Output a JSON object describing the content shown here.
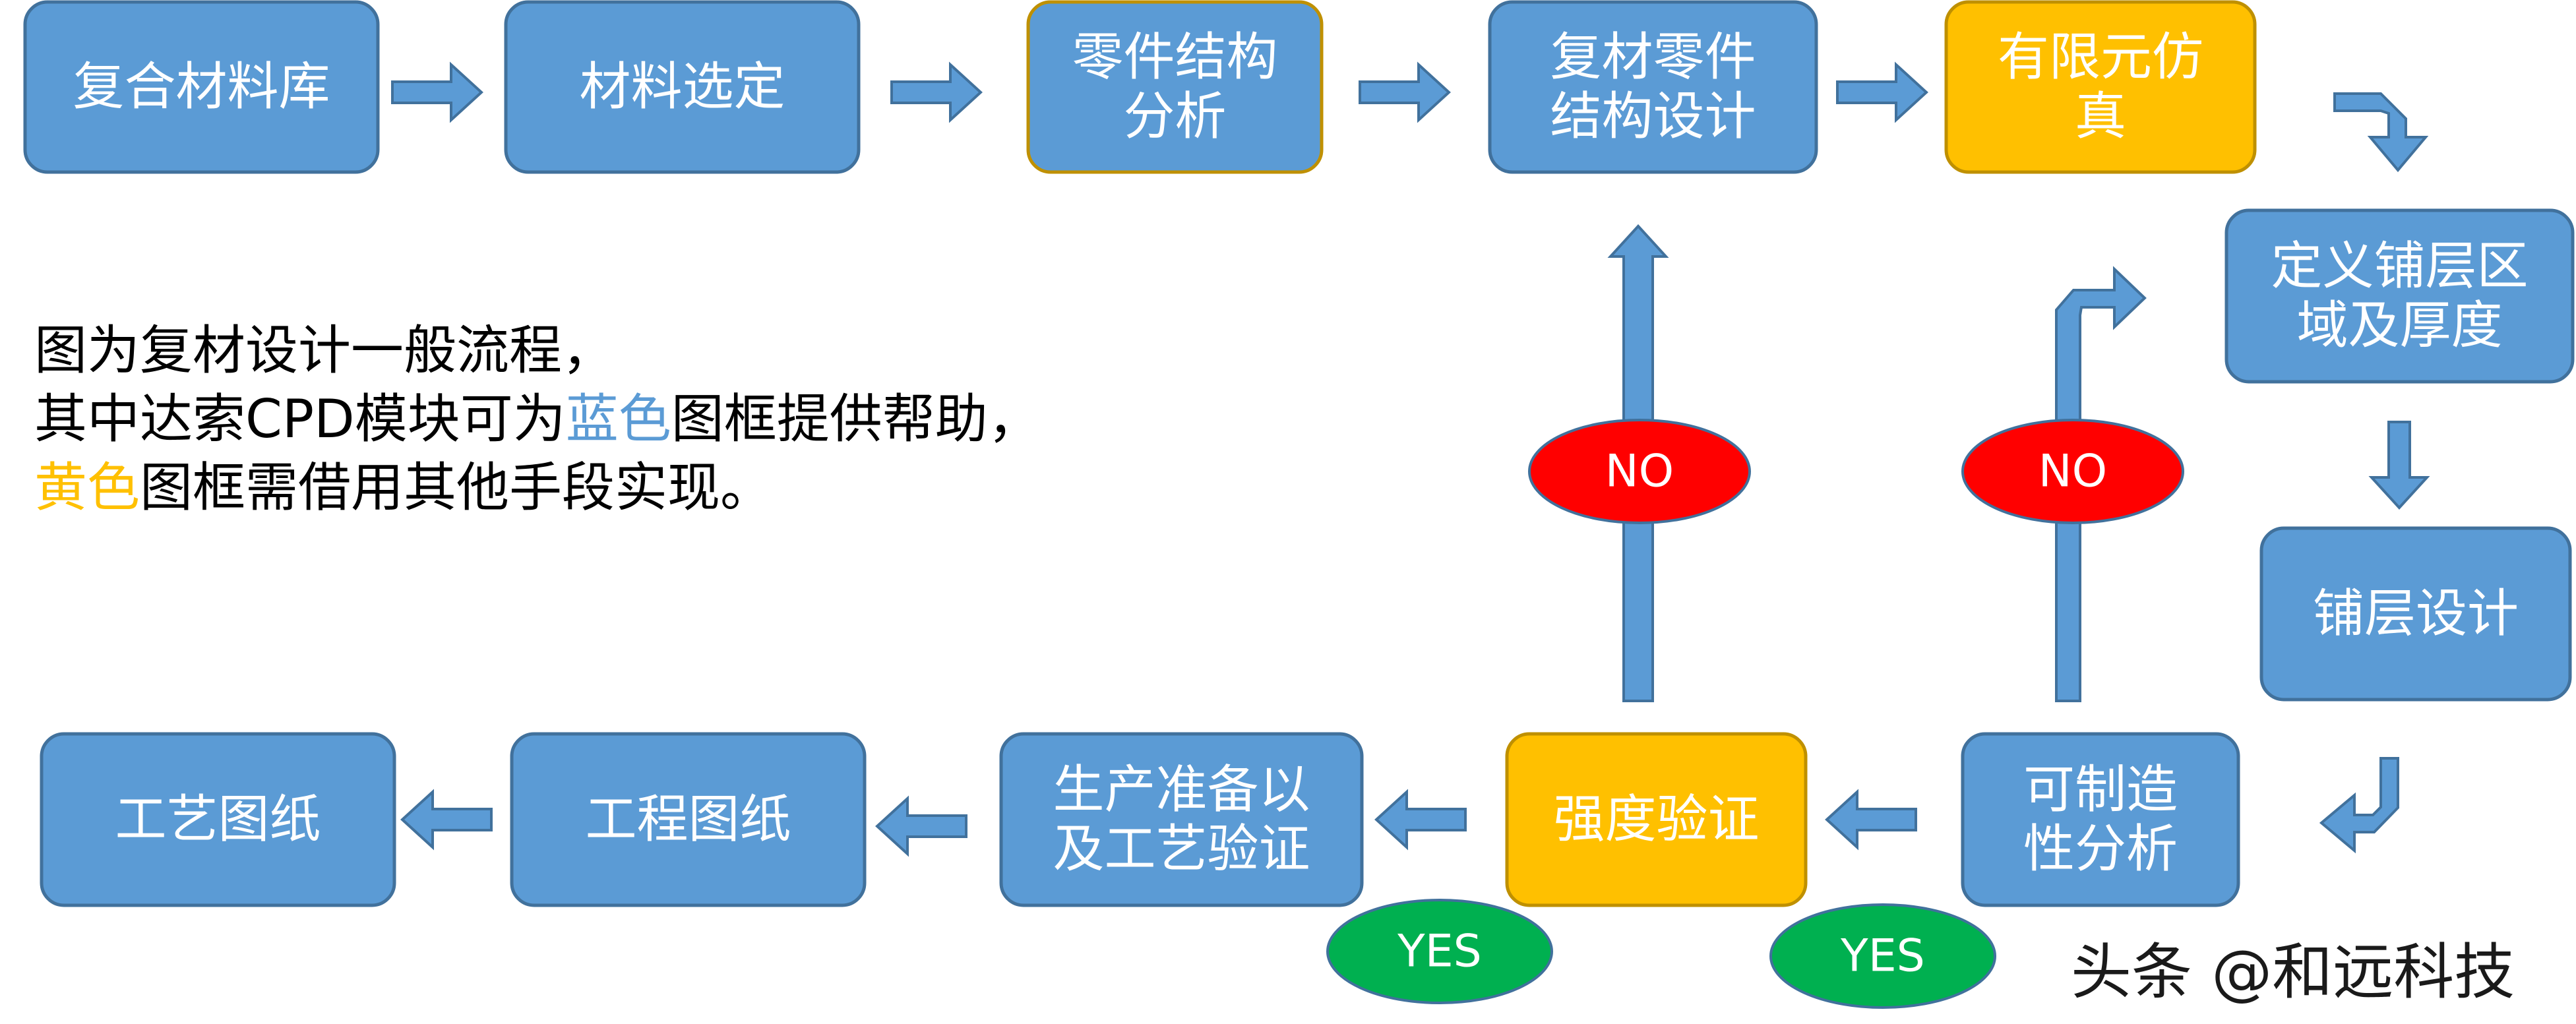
{
  "colors": {
    "blue_box": "#5b9bd5",
    "blue_border": "#41719c",
    "yellow_box": "#ffc000",
    "yellow_border": "#bf9000",
    "no_oval": "#ff0000",
    "yes_oval": "#00b050",
    "arrow": "#5b9bd5"
  },
  "boxes": [
    {
      "id": "b1",
      "lines": [
        "复合材料库"
      ],
      "color": "blue"
    },
    {
      "id": "b2",
      "lines": [
        "材料选定"
      ],
      "color": "blue"
    },
    {
      "id": "b3",
      "lines": [
        "零件结构",
        "分析"
      ],
      "color": "blue",
      "border": "yellow"
    },
    {
      "id": "b4",
      "lines": [
        "复材零件",
        "结构设计"
      ],
      "color": "blue"
    },
    {
      "id": "b5",
      "lines": [
        "有限元仿",
        "真"
      ],
      "color": "yellow"
    },
    {
      "id": "b6",
      "lines": [
        "定义铺层区",
        "域及厚度"
      ],
      "color": "blue"
    },
    {
      "id": "b7",
      "lines": [
        "铺层设计"
      ],
      "color": "blue"
    },
    {
      "id": "b8",
      "lines": [
        "可制造",
        "性分析"
      ],
      "color": "blue"
    },
    {
      "id": "b9",
      "lines": [
        "强度验证"
      ],
      "color": "yellow"
    },
    {
      "id": "b10",
      "lines": [
        "生产准备以",
        "及工艺验证"
      ],
      "color": "blue"
    },
    {
      "id": "b11",
      "lines": [
        "工程图纸"
      ],
      "color": "blue"
    },
    {
      "id": "b12",
      "lines": [
        "工艺图纸"
      ],
      "color": "blue"
    }
  ],
  "ovals": [
    {
      "id": "no1",
      "label": "NO",
      "kind": "no"
    },
    {
      "id": "no2",
      "label": "NO",
      "kind": "no"
    },
    {
      "id": "yes1",
      "label": "YES",
      "kind": "yes"
    },
    {
      "id": "yes2",
      "label": "YES",
      "kind": "yes"
    }
  ],
  "caption": {
    "line1": "图为复材设计一般流程，",
    "line2_a": "其中达索CPD模块可为",
    "line2_blue": "蓝色",
    "line2_b": "图框提供帮助，",
    "line3_yellow": "黄色",
    "line3_b": "图框需借用其他手段实现。"
  },
  "watermark": "头条 @和远科技"
}
